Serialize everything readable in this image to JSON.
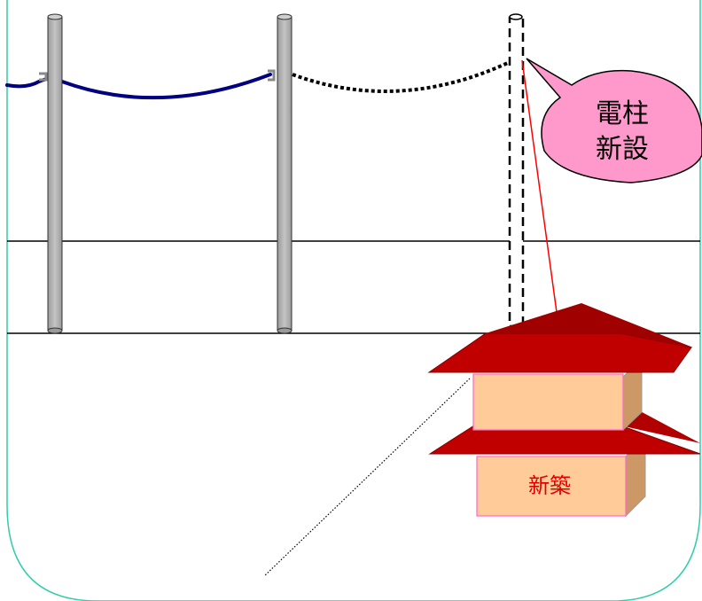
{
  "callout": {
    "line1": "電柱",
    "line2": "新設",
    "fill": "#ff99cc"
  },
  "house": {
    "label": "新築",
    "label_color": "#e00000",
    "roof_color": "#c00000",
    "wall_color": "#ffcc99"
  },
  "colors": {
    "pole": "#b3b3b3",
    "wire": "#000080",
    "frame": "#33ccaa"
  },
  "icons": {
    "existing_pole": "utility-pole",
    "new_pole": "utility-pole-planned",
    "house": "two-story-house"
  }
}
